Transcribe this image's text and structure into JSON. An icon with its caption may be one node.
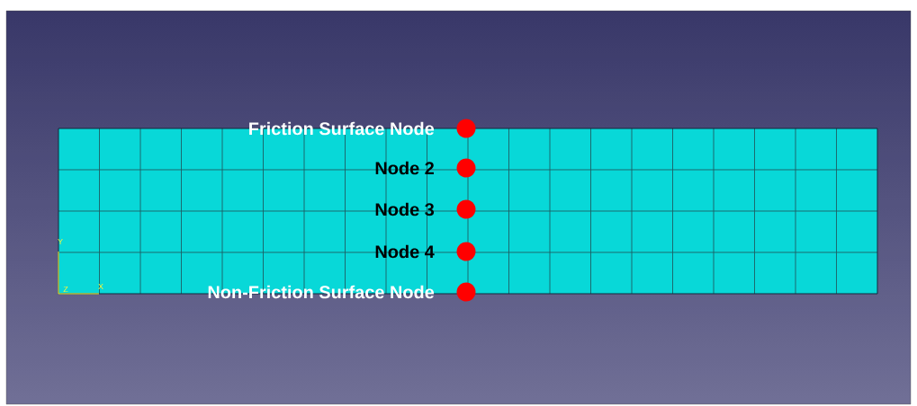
{
  "diagram": {
    "nodes": [
      {
        "text": [],
        "shape": "circle",
        "beside": [
          "Friction Surface Node"
        ]
      },
      {
        "text": [],
        "shape": "circle",
        "beside": [
          "Node 2"
        ]
      },
      {
        "text": [],
        "shape": "circle",
        "beside": [
          "Node 3"
        ]
      },
      {
        "text": [],
        "shape": "circle",
        "beside": [
          "Node 4"
        ]
      },
      {
        "text": [],
        "shape": "circle",
        "beside": [
          "Non-Friction Surface Node"
        ]
      }
    ],
    "labels": [
      "Y",
      "Z",
      "X"
    ]
  }
}
